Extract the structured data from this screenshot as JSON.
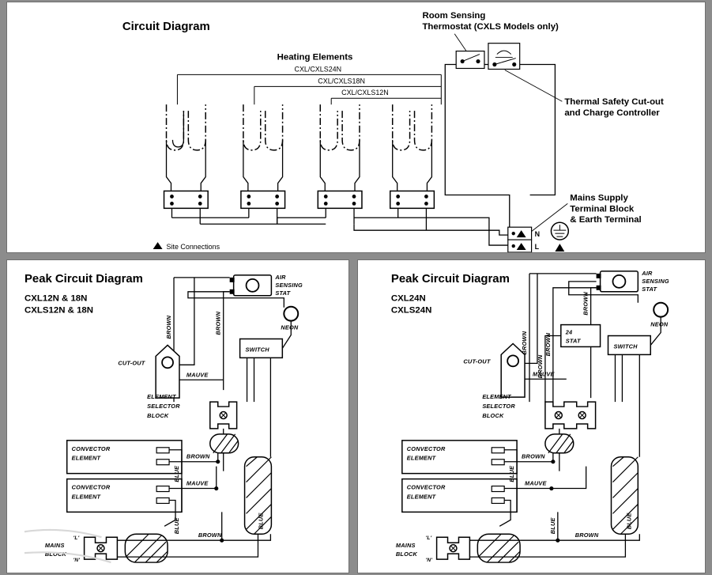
{
  "document": {
    "title": "Circuit Diagram"
  },
  "top_panel": {
    "title": "Circuit Diagram",
    "heading_heating": "Heating Elements",
    "element_labels": [
      "CXL/CXLS24N",
      "CXL/CXLS18N",
      "CXL/CXLS12N"
    ],
    "callouts": {
      "room_stat_line1": "Room Sensing",
      "room_stat_line2": "Thermostat (CXLS Models only)",
      "thermal_line1": "Thermal Safety Cut-out",
      "thermal_line2": "and Charge Controller",
      "mains_line1": "Mains Supply",
      "mains_line2": "Terminal Block",
      "mains_line3": "& Earth Terminal"
    },
    "terminals": {
      "neutral": "N",
      "live": "L"
    },
    "legend": {
      "marker": "▲",
      "text": "Site Connections"
    }
  },
  "left_panel": {
    "title": "Peak Circuit Diagram",
    "model_line1": "CXL12N & 18N",
    "model_line2": "CXLS12N & 18N",
    "labels": {
      "air_stat": [
        "AIR",
        "SENSING",
        "STAT"
      ],
      "neon": "NEON",
      "switch": "SWITCH",
      "cut_out": "CUT-OUT",
      "element_selector": [
        "ELEMENT",
        "SELECTOR",
        "BLOCK"
      ],
      "convector": [
        "CONVECTOR",
        "ELEMENT"
      ],
      "mains_block": [
        "MAINS",
        "BLOCK"
      ],
      "mains_l": "'L'",
      "mains_n": "'N'"
    },
    "wires": {
      "brown": "BROWN",
      "mauve": "MAUVE",
      "blue": "BLUE"
    }
  },
  "right_panel": {
    "title": "Peak Circuit Diagram",
    "model_line1": "CXL24N",
    "model_line2": "CXLS24N",
    "labels": {
      "air_stat": [
        "AIR",
        "SENSING",
        "STAT"
      ],
      "stat24": [
        "24",
        "STAT"
      ],
      "neon": "NEON",
      "switch": "SWITCH",
      "cut_out": "CUT-OUT",
      "element_selector": [
        "ELEMENT",
        "SELECTOR",
        "BLOCK"
      ],
      "convector": [
        "CONVECTOR",
        "ELEMENT"
      ],
      "mains_block": [
        "MAINS",
        "BLOCK"
      ],
      "mains_l": "'L'",
      "mains_n": "'N'"
    },
    "wires": {
      "brown": "BROWN",
      "mauve": "MAUVE",
      "blue": "BLUE"
    }
  },
  "colors": {
    "page_background": "#8c8c8c",
    "panel_background": "#ffffff",
    "panel_border": "#6f6f6f",
    "ink": "#000000"
  }
}
